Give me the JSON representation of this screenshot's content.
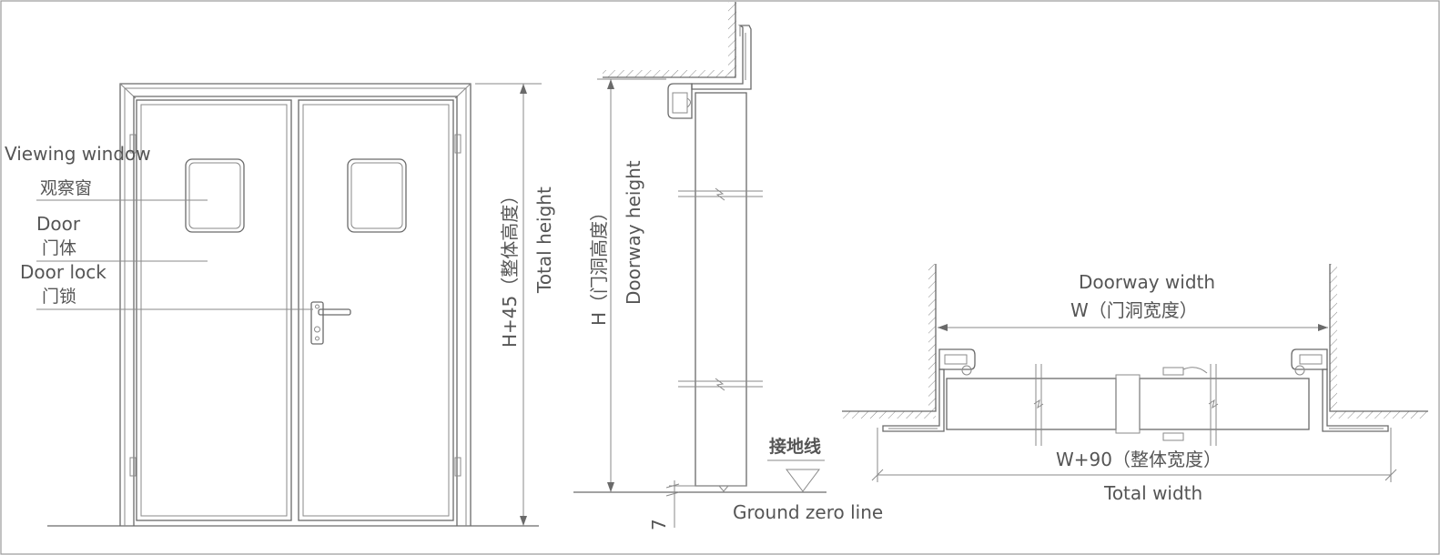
{
  "front_view": {
    "labels": {
      "viewing_window_en": "Viewing window",
      "viewing_window_cn": "观察窗",
      "door_en": "Door",
      "door_cn": "门体",
      "door_lock_en": "Door lock",
      "door_lock_cn": "门锁"
    },
    "total_height_dim": "H+45（整体高度）",
    "total_height_en": "Total height"
  },
  "side_section": {
    "doorway_height_dim": "H（门洞高度）",
    "doorway_height_en": "Doorway height",
    "ground_line_cn": "接地线",
    "ground_line_en": "Ground zero line",
    "gap_value": "7"
  },
  "plan_section": {
    "doorway_width_en": "Doorway width",
    "doorway_width_dim": "W（门洞宽度）",
    "total_width_dim": "W+90（整体宽度）",
    "total_width_en": "Total width"
  },
  "colors": {
    "line": "#6a6a6a",
    "text": "#555555",
    "background": "#ffffff"
  }
}
